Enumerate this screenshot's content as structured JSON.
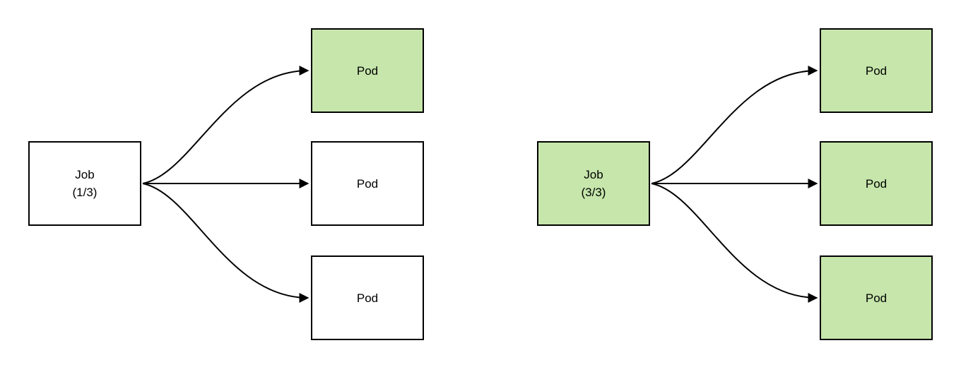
{
  "diagram": {
    "colors": {
      "background": "#ffffff",
      "stroke": "#000000",
      "completed_fill": "#c6e6ab",
      "pending_fill": "#ffffff"
    },
    "groups": [
      {
        "job": {
          "line1": "Job",
          "line2": "(1/3)",
          "fill": "#ffffff"
        },
        "pods": [
          {
            "label": "Pod",
            "fill": "#c6e6ab"
          },
          {
            "label": "Pod",
            "fill": "#ffffff"
          },
          {
            "label": "Pod",
            "fill": "#ffffff"
          }
        ]
      },
      {
        "job": {
          "line1": "Job",
          "line2": "(3/3)",
          "fill": "#c6e6ab"
        },
        "pods": [
          {
            "label": "Pod",
            "fill": "#c6e6ab"
          },
          {
            "label": "Pod",
            "fill": "#c6e6ab"
          },
          {
            "label": "Pod",
            "fill": "#c6e6ab"
          }
        ]
      }
    ]
  }
}
